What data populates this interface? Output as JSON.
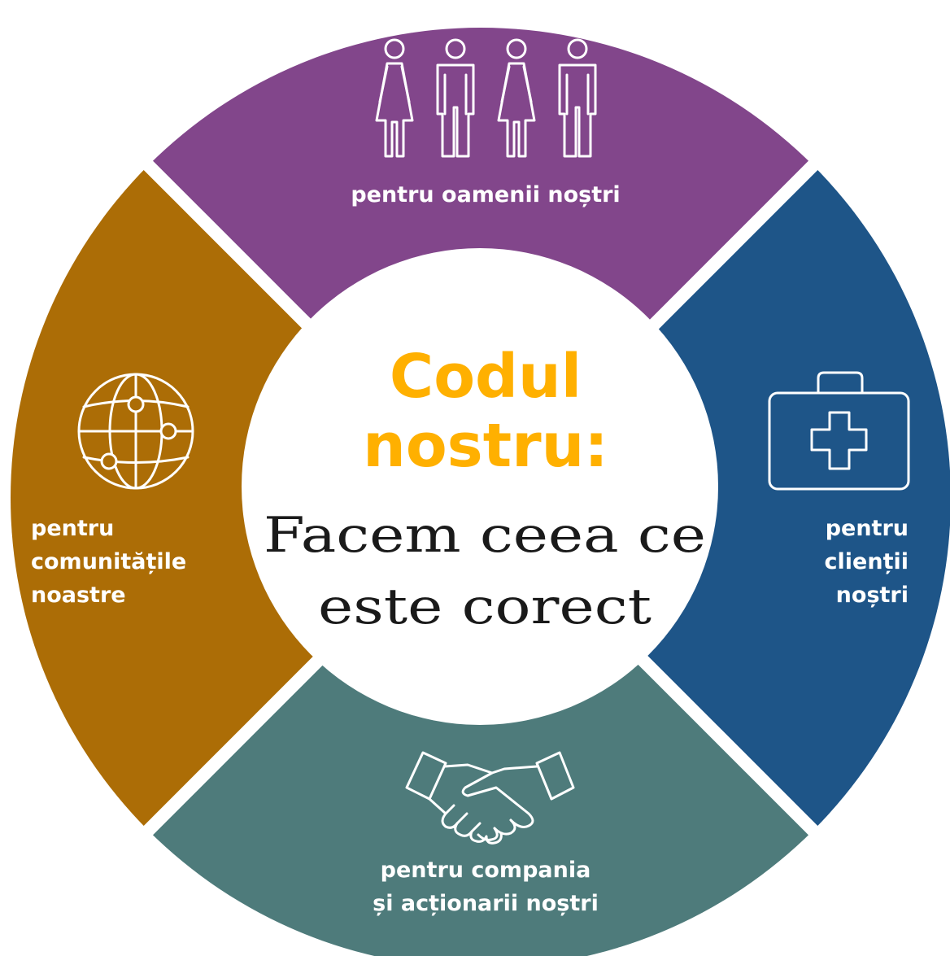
{
  "center": {
    "title_line1": "Codul",
    "title_line2": "nostru:",
    "tagline_line1": "Facem ceea ce",
    "tagline_line2": "este corect"
  },
  "segments": {
    "people": {
      "label": "pentru oamenii noștri",
      "icon": "people-icon",
      "color": "#82468b"
    },
    "clients": {
      "label_line1": "pentru",
      "label_line2": "clienții",
      "label_line3": "noștri",
      "icon": "first-aid-kit-icon",
      "color": "#1e5588"
    },
    "company": {
      "label_line1": "pentru compania",
      "label_line2": "și acționarii noștri",
      "icon": "handshake-icon",
      "color": "#4e7b7b"
    },
    "communities": {
      "label_line1": "pentru",
      "label_line2": "comunitățile",
      "label_line3": "noastre",
      "icon": "globe-icon",
      "color": "#ac6d06"
    }
  },
  "colors": {
    "title": "#ffb000",
    "center_bg": "#ffffff",
    "text_dark": "#1a1a1a",
    "label": "#ffffff"
  }
}
